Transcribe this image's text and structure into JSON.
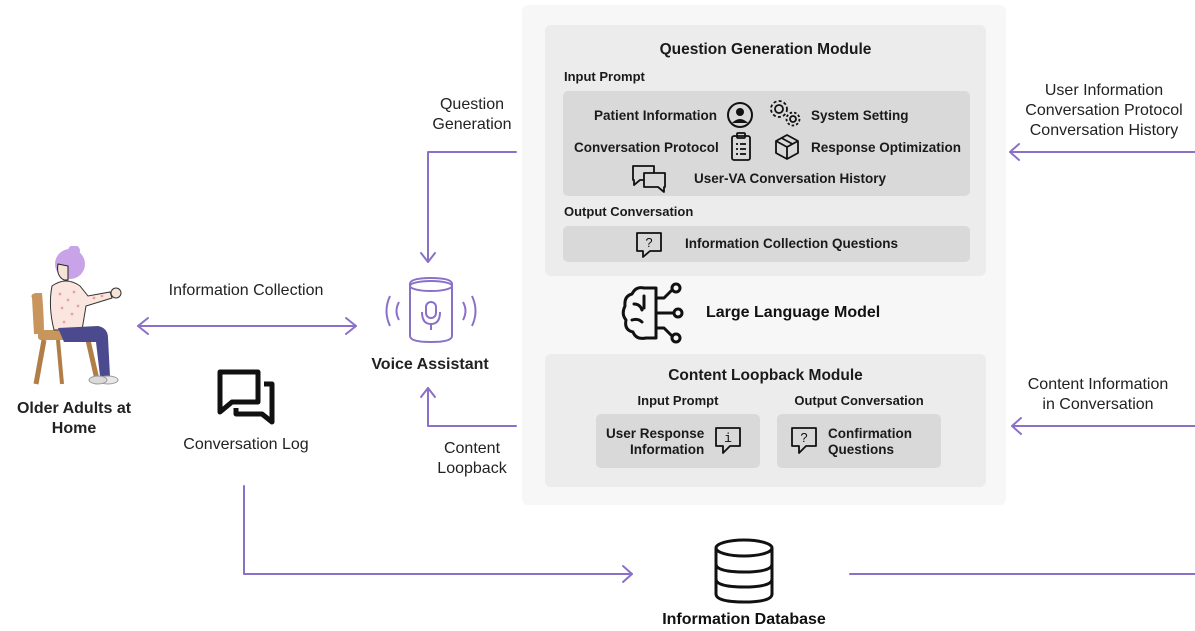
{
  "colors": {
    "arrow": "#8a70c8",
    "figure_accent": "#c9a3e8"
  },
  "left": {
    "person_label": "Older Adults at Home",
    "conversation_log": "Conversation Log",
    "information_collection": "Information Collection"
  },
  "voice_assistant": {
    "label": "Voice Assistant"
  },
  "question_generation_arrow": [
    "Question",
    "Generation"
  ],
  "content_loopback_arrow": [
    "Content",
    "Loopback"
  ],
  "question_module": {
    "title": "Question Generation Module",
    "input_prompt_label": "Input Prompt",
    "items": {
      "patient_info": "Patient Information",
      "system_setting": "System Setting",
      "conversation_protocol": "Conversation Protocol",
      "response_optimization": "Response Optimization",
      "history": "User-VA Conversation History"
    },
    "output_label": "Output Conversation",
    "output_item": "Information Collection Questions"
  },
  "llm": {
    "label": "Large Language Model"
  },
  "loopback_module": {
    "title": "Content Loopback Module",
    "input_prompt_label": "Input Prompt",
    "output_label": "Output Conversation",
    "input_item": [
      "User Response",
      "Information"
    ],
    "output_item": [
      "Confirmation",
      "Questions"
    ]
  },
  "right_inputs": {
    "top": [
      "User Information",
      "Conversation Protocol",
      "Conversation History"
    ],
    "bottom": [
      "Content Information",
      "in Conversation"
    ]
  },
  "database": {
    "label": "Information Database"
  }
}
